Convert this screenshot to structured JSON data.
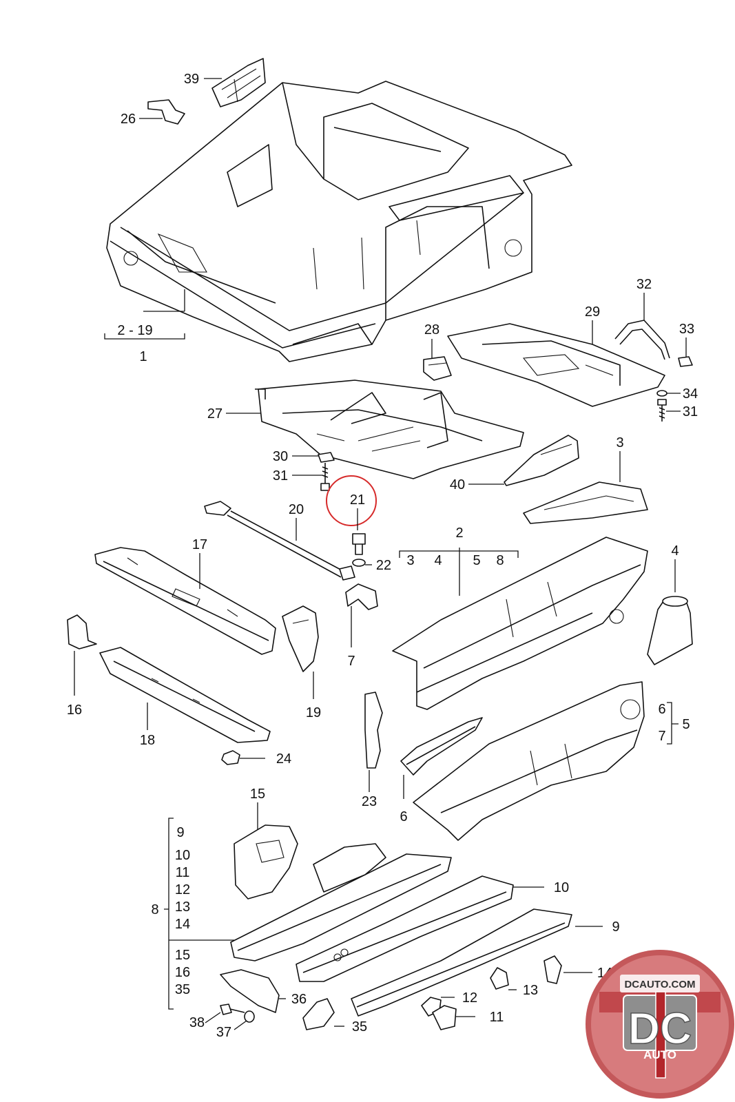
{
  "callouts": {
    "c1": "1",
    "c2_19": "2 - 19",
    "c2": "2",
    "c3": "3",
    "c3b": "3",
    "c4": "4",
    "c4b": "4",
    "c5": "5",
    "c5b": "5",
    "c6": "6",
    "c6b": "6",
    "c7": "7",
    "c7b": "7",
    "c8": "8",
    "c8b": "8",
    "c9": "9",
    "c9b": "9",
    "c10": "10",
    "c10b": "10",
    "c11": "11",
    "c11b": "11",
    "c12": "12",
    "c12b": "12",
    "c13": "13",
    "c13b": "13",
    "c14": "14",
    "c14b": "14",
    "c15": "15",
    "c15b": "15",
    "c16": "16",
    "c16b": "16",
    "c17": "17",
    "c18": "18",
    "c19": "19",
    "c20": "20",
    "c21": "21",
    "c22": "22",
    "c23": "23",
    "c24": "24",
    "c26": "26",
    "c27": "27",
    "c28": "28",
    "c29": "29",
    "c30": "30",
    "c31": "31",
    "c31b": "31",
    "c32": "32",
    "c33": "33",
    "c34": "34",
    "c35": "35",
    "c35b": "35",
    "c36": "36",
    "c37": "37",
    "c38": "38",
    "c39": "39",
    "c40": "40"
  },
  "logo": {
    "url_text": "DCAUTO.COM",
    "mark": "DC",
    "word": "AUTO"
  },
  "colors": {
    "highlight_circle": "#d62a2a",
    "logo_red": "#b3262b",
    "logo_gray": "#8e8e8e"
  }
}
